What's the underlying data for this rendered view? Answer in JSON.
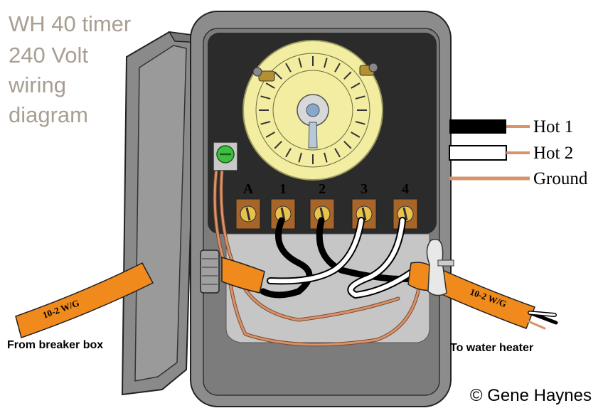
{
  "title": [
    "WH 40 timer",
    "240 Volt",
    "wiring",
    "diagram"
  ],
  "legend": {
    "hot1": "Hot 1",
    "hot2": "Hot 2",
    "ground": "Ground"
  },
  "terminals": [
    "A",
    "1",
    "2",
    "3",
    "4"
  ],
  "cable_left_label": "10-2 W/G",
  "cable_right_label": "10-2 W/G",
  "from_label": "From breaker box",
  "to_label": "To water heater",
  "copyright": "© Gene Haynes",
  "colors": {
    "box": "#8c8c8c",
    "panel": "#2b2b2b",
    "dial": "#f2eda0",
    "cable": "#f08a1c",
    "ground_wire": "#d9936a",
    "terminal": "#a8652a",
    "gray_area": "#c6c6c6"
  }
}
